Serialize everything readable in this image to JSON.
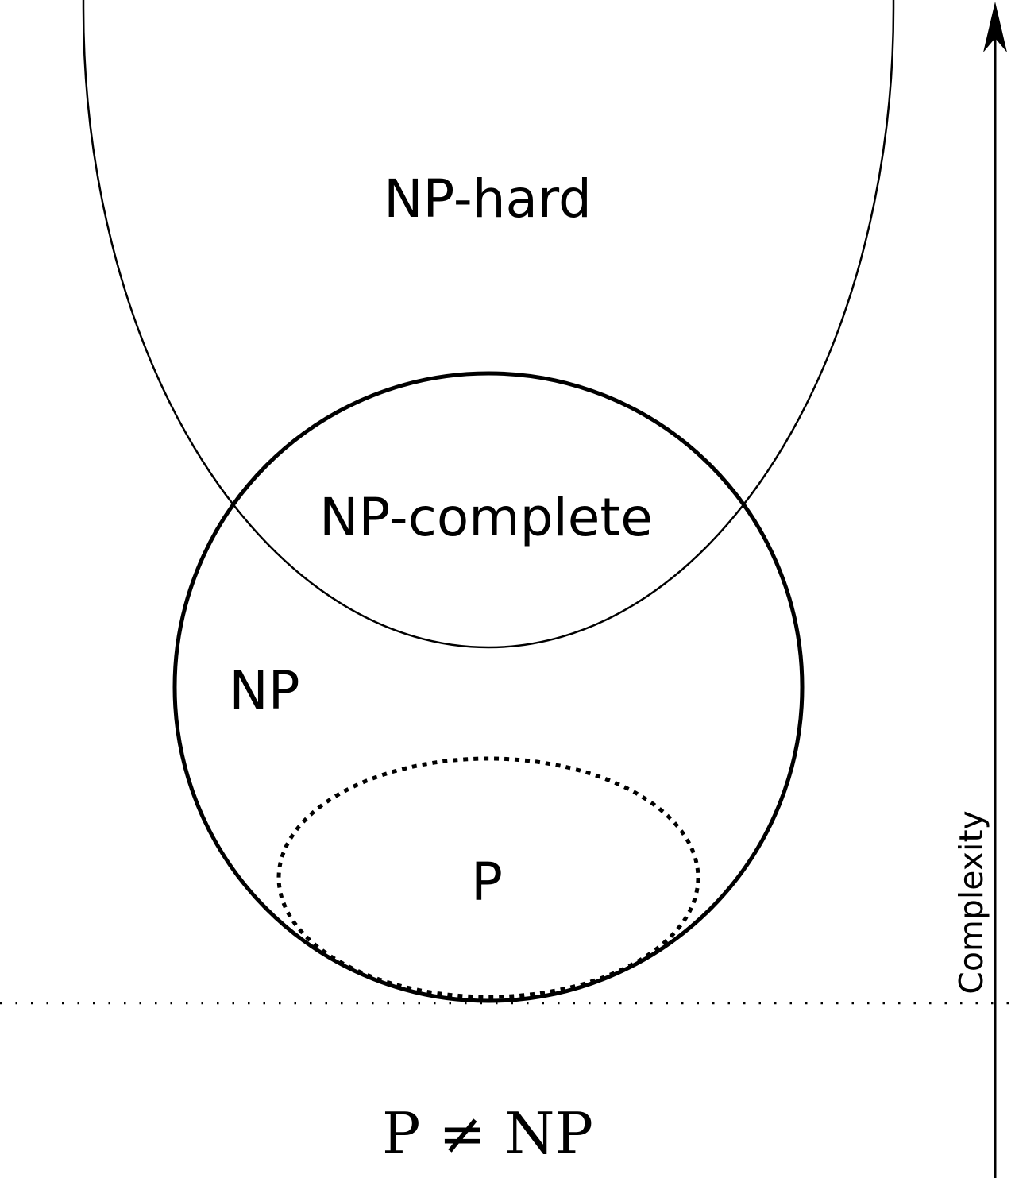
{
  "diagram": {
    "labels": {
      "np_hard": "NP-hard",
      "np_complete": "NP-complete",
      "np": "NP",
      "p": "P",
      "caption": "P ≠ NP",
      "axis": "Complexity"
    },
    "colors": {
      "stroke": "#000000",
      "background": "#ffffff"
    },
    "axis_arrow_icon": "arrow-up-icon"
  }
}
